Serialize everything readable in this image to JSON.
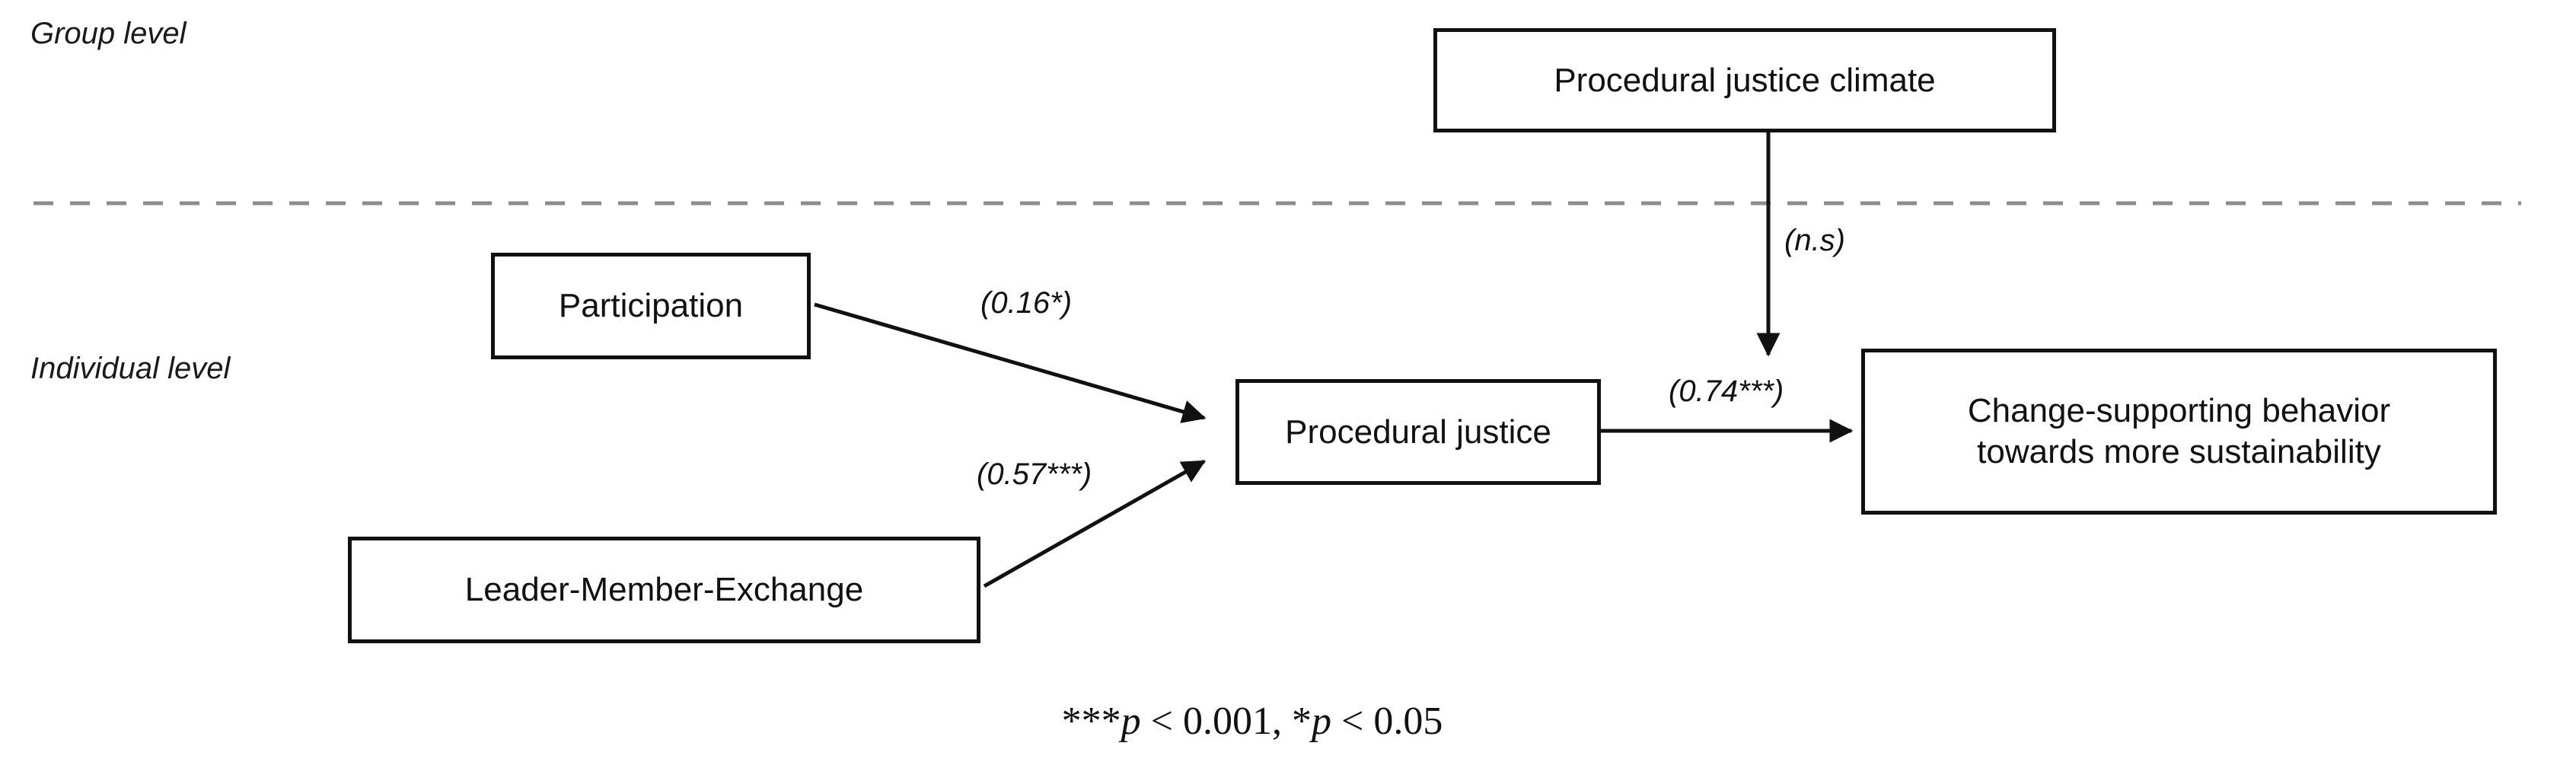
{
  "figure": {
    "levels": [
      {
        "id": "group",
        "label": "Group level"
      },
      {
        "id": "individual",
        "label": "Individual level"
      }
    ],
    "divider": {
      "style": "dashed",
      "color": "#8c8c8c"
    },
    "nodes": [
      {
        "id": "pjc",
        "label": "Procedural justice climate",
        "level": "group"
      },
      {
        "id": "part",
        "label": "Participation",
        "level": "individual"
      },
      {
        "id": "lmx",
        "label": "Leader-Member-Exchange",
        "level": "individual"
      },
      {
        "id": "pj",
        "label": "Procedural justice",
        "level": "individual"
      },
      {
        "id": "csb",
        "label": "Change-supporting behavior towards more sustainability",
        "level": "individual",
        "line1": "Change-supporting behavior",
        "line2": "towards more sustainability"
      }
    ],
    "edges": [
      {
        "id": "e-part-pj",
        "from": "part",
        "to": "pj",
        "label": "(0.16*)",
        "coefficient": 0.16,
        "significance": "*"
      },
      {
        "id": "e-lmx-pj",
        "from": "lmx",
        "to": "pj",
        "label": "(0.57***)",
        "coefficient": 0.57,
        "significance": "***"
      },
      {
        "id": "e-pj-csb",
        "from": "pj",
        "to": "csb",
        "label": "(0.74***)",
        "coefficient": 0.74,
        "significance": "***"
      },
      {
        "id": "e-pjc-pj",
        "from": "pjc",
        "to": "pj",
        "label": "(n.s)",
        "coefficient": null,
        "significance": "n.s"
      }
    ],
    "footnote": {
      "stars3": "***",
      "p1": "p",
      "rel1": " < 0.001, ",
      "stars1": "*",
      "p2": "p",
      "rel2": " < 0.05",
      "full": "*** p < 0.001, * p < 0.05"
    },
    "colors": {
      "stroke": "#111111",
      "background": "#ffffff",
      "divider": "#8c8c8c"
    }
  }
}
